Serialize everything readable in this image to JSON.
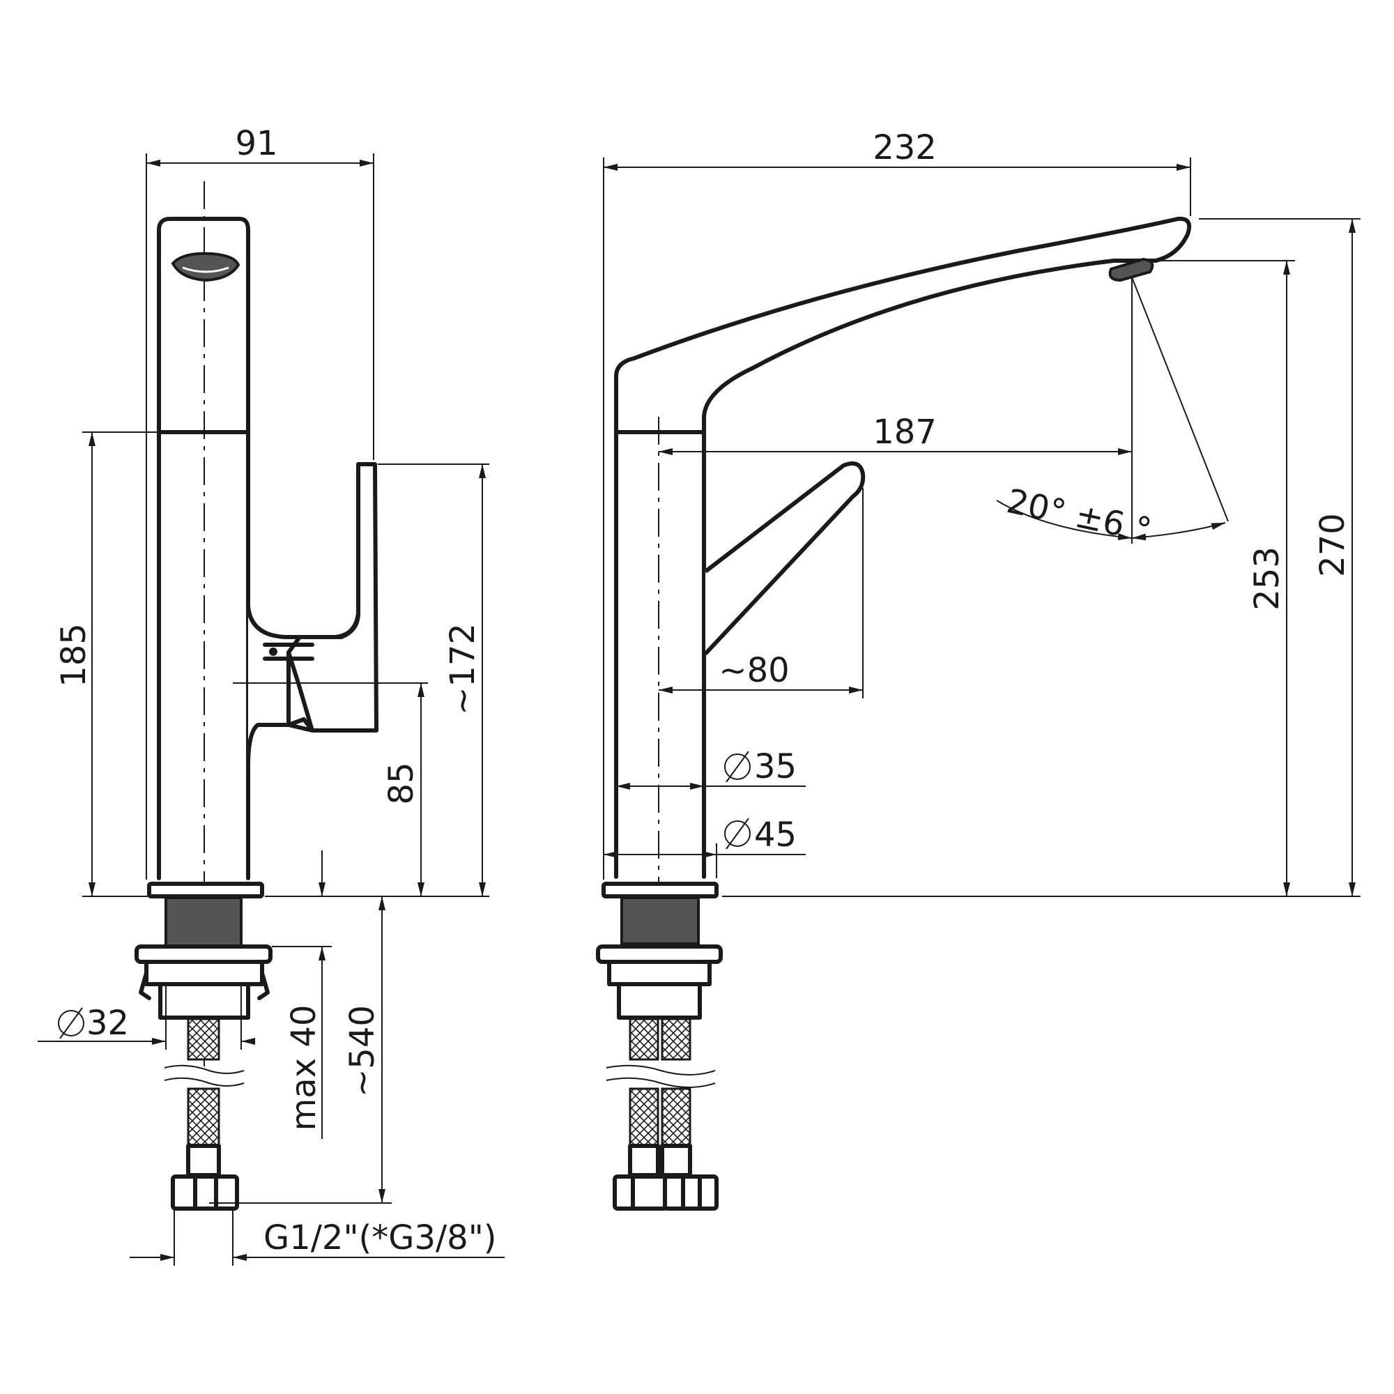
{
  "drawing": {
    "dimensions": {
      "side_width": "91",
      "front_width": "232",
      "spout_reach": "187",
      "swivel_angle": "20° ±6 °",
      "height_nozzle": "253",
      "height_total": "270",
      "height_aerator": "185",
      "lever_height": "~172",
      "lever_base_height": "85",
      "lever_reach": "~80",
      "body_diameter": "35",
      "base_diameter": "45",
      "shank_diameter": "32",
      "max_countertop": "max 40",
      "hose_length": "~540",
      "thread": "G1/2\"(*G3/8\")"
    },
    "symbols": {
      "diameter": "diameter-symbol"
    }
  }
}
